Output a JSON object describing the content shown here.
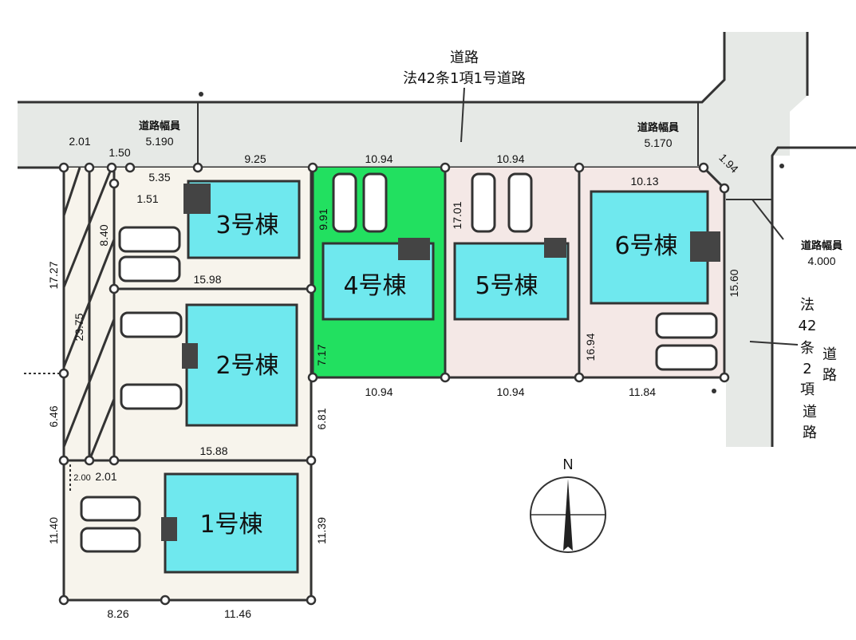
{
  "roads": {
    "top_title": "道路",
    "top_subtitle": "法42条1項1号道路",
    "width_label": "道路幅員",
    "top_left_width": "5.190",
    "top_right_width": "5.170",
    "right_width": "4.000",
    "right_vertical": [
      "法",
      "42",
      "条",
      "2",
      "項"
    ],
    "right_vertical_suffix": [
      "道",
      "路"
    ]
  },
  "buildings": [
    {
      "label": "1号棟"
    },
    {
      "label": "2号棟"
    },
    {
      "label": "3号棟"
    },
    {
      "label": "4号棟"
    },
    {
      "label": "5号棟"
    },
    {
      "label": "6号棟"
    }
  ],
  "dimensions": {
    "d2_01_top": "2.01",
    "d1_50": "1.50",
    "d1_51": "1.51",
    "d5_35": "5.35",
    "d9_25": "9.25",
    "d10_94_a": "10.94",
    "d10_94_b": "10.94",
    "d10_13": "10.13",
    "d1_94": "1.94",
    "d17_27": "17.27",
    "d23_75": "23.75",
    "d8_40": "8.40",
    "d15_98": "15.98",
    "d9_91": "9.91",
    "d17_01": "17.01",
    "d15_60": "15.60",
    "d16_94": "16.94",
    "d7_17": "7.17",
    "d10_94_c": "10.94",
    "d10_94_d": "10.94",
    "d11_84": "11.84",
    "d6_46": "6.46",
    "d6_81": "6.81",
    "d15_88": "15.88",
    "d2_00": "2.00",
    "d2_01_bottom": "2.01",
    "d11_40": "11.40",
    "d11_39": "11.39",
    "d8_26": "8.26",
    "d11_46": "11.46"
  },
  "compass": {
    "north": "N"
  },
  "colors": {
    "road": "#e6e9e6",
    "lot": "#f7f4ec",
    "lot_pink": "#f4e8e6",
    "building": "#6fe8ee",
    "lot4": "#22e060"
  }
}
